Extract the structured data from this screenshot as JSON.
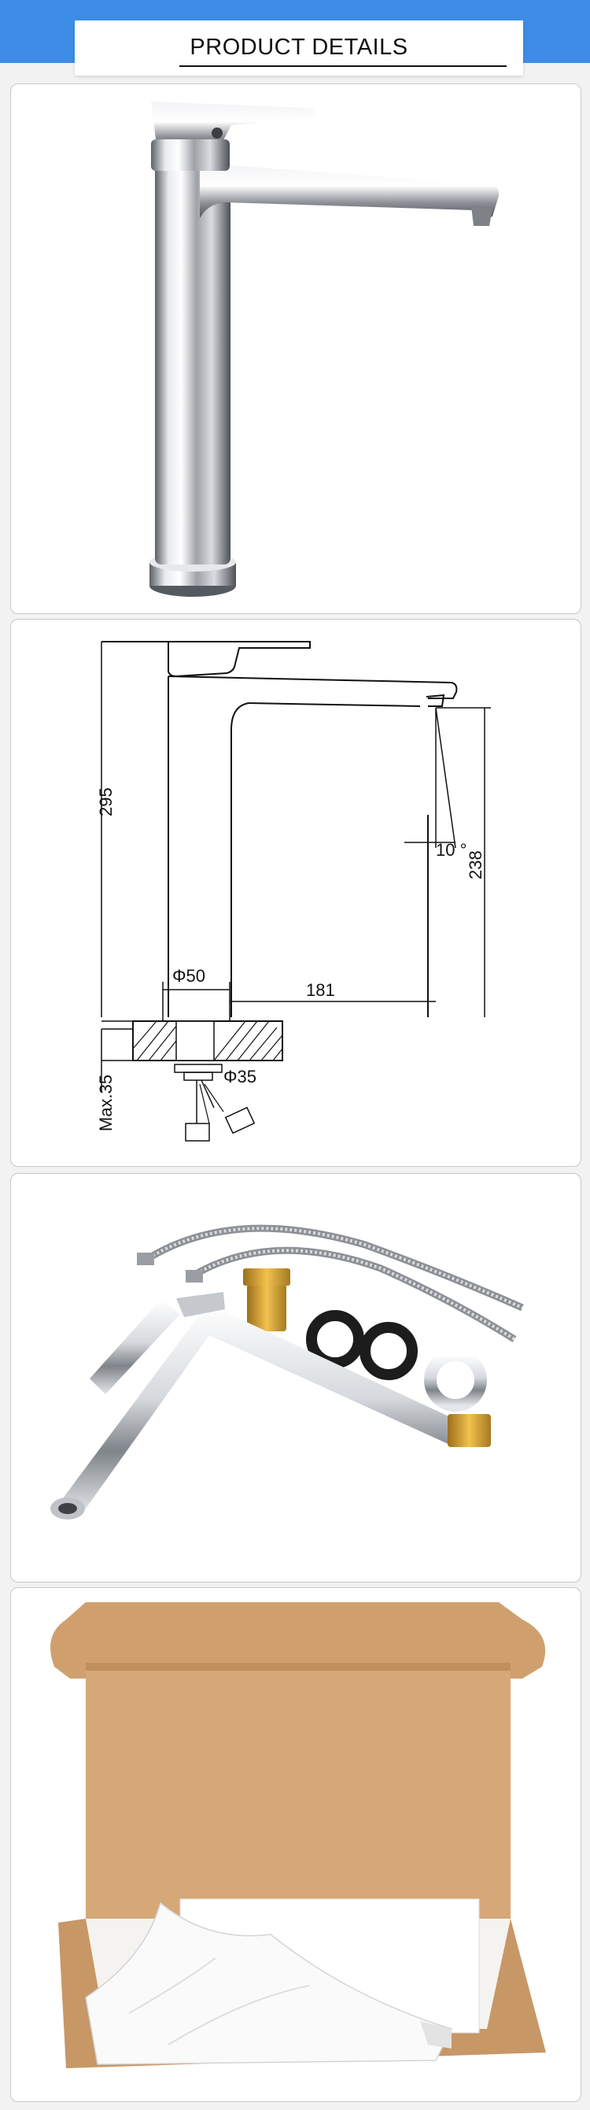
{
  "header": {
    "title": "PRODUCT DETAILS"
  },
  "dimensions": {
    "height": "295",
    "spout_height": "238",
    "angle": "10 °",
    "base_diameter": "Φ50",
    "reach": "181",
    "thread_diameter": "Φ35",
    "max_deck": "Max.35"
  },
  "colors": {
    "header_band": "#3d8de6",
    "chrome": "#c9ccd1",
    "brass": "#d8a531",
    "cardboard": "#d3a06f"
  }
}
